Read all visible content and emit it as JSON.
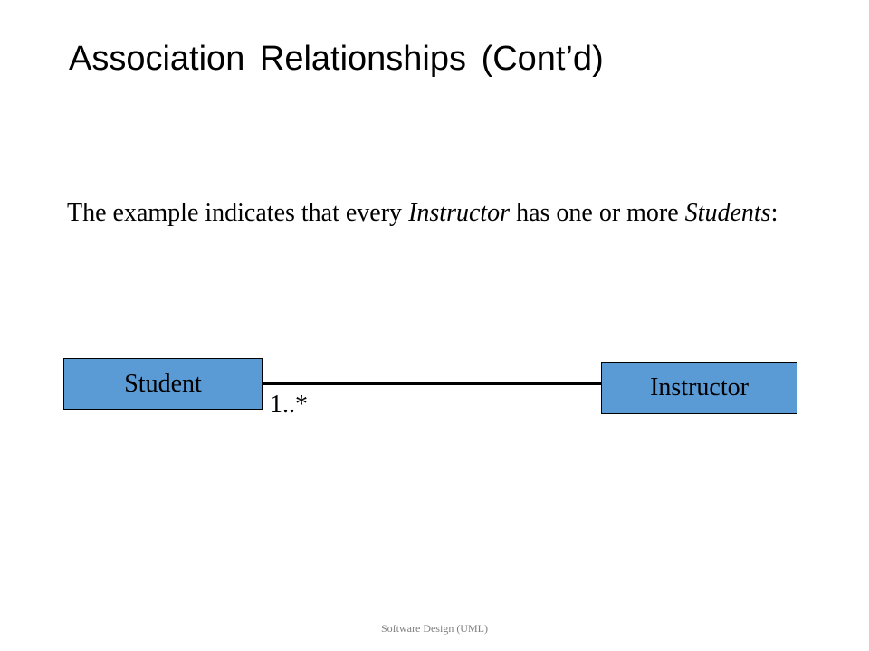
{
  "title": "Association Relationships (Cont’d)",
  "body": {
    "part1": "The example indicates that every ",
    "term1": "Instructor",
    "part2": " has one or more ",
    "term2": "Students",
    "part3": ":"
  },
  "diagram": {
    "classes": [
      {
        "name": "Student"
      },
      {
        "name": "Instructor"
      }
    ],
    "association": {
      "multiplicity": "1..*"
    },
    "box_fill": "#5B9BD5"
  },
  "footer": "Software Design (UML)"
}
